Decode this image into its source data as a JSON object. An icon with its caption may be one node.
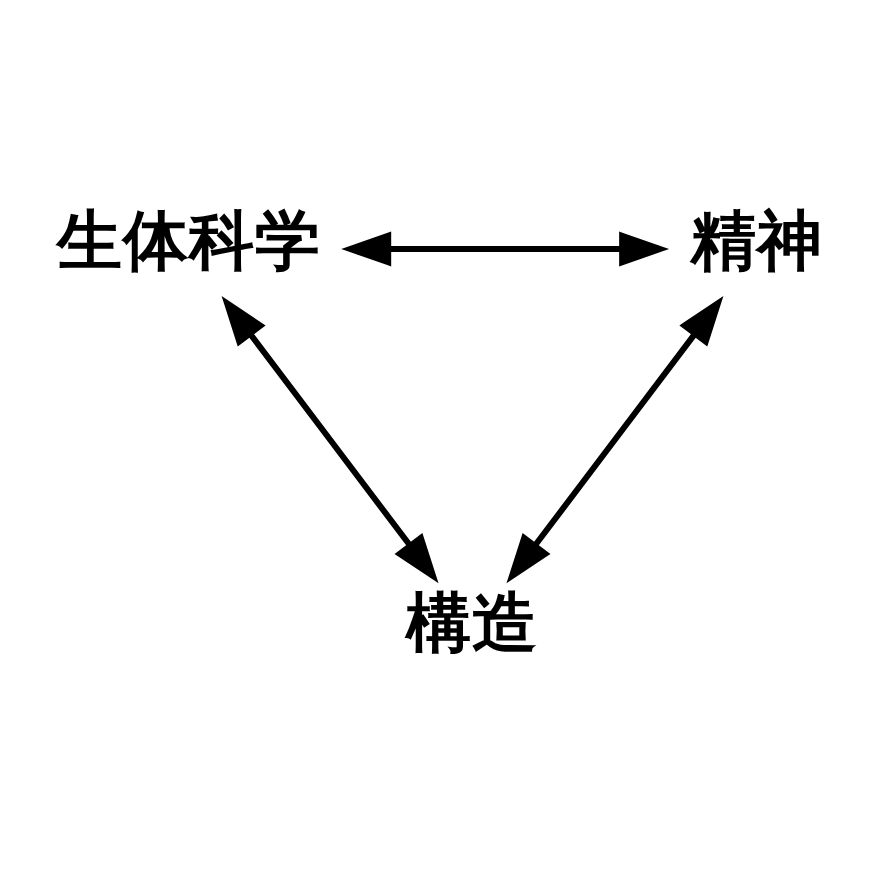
{
  "diagram": {
    "nodes": [
      {
        "text": [
          "生体科学"
        ]
      },
      {
        "text": [
          "精神"
        ]
      },
      {
        "text": [
          "構造"
        ]
      }
    ],
    "edges": [
      {
        "from": 0,
        "to": 1,
        "arrow": "both"
      },
      {
        "from": 0,
        "to": 2,
        "arrow": "both"
      },
      {
        "from": 1,
        "to": 2,
        "arrow": "both"
      }
    ]
  }
}
